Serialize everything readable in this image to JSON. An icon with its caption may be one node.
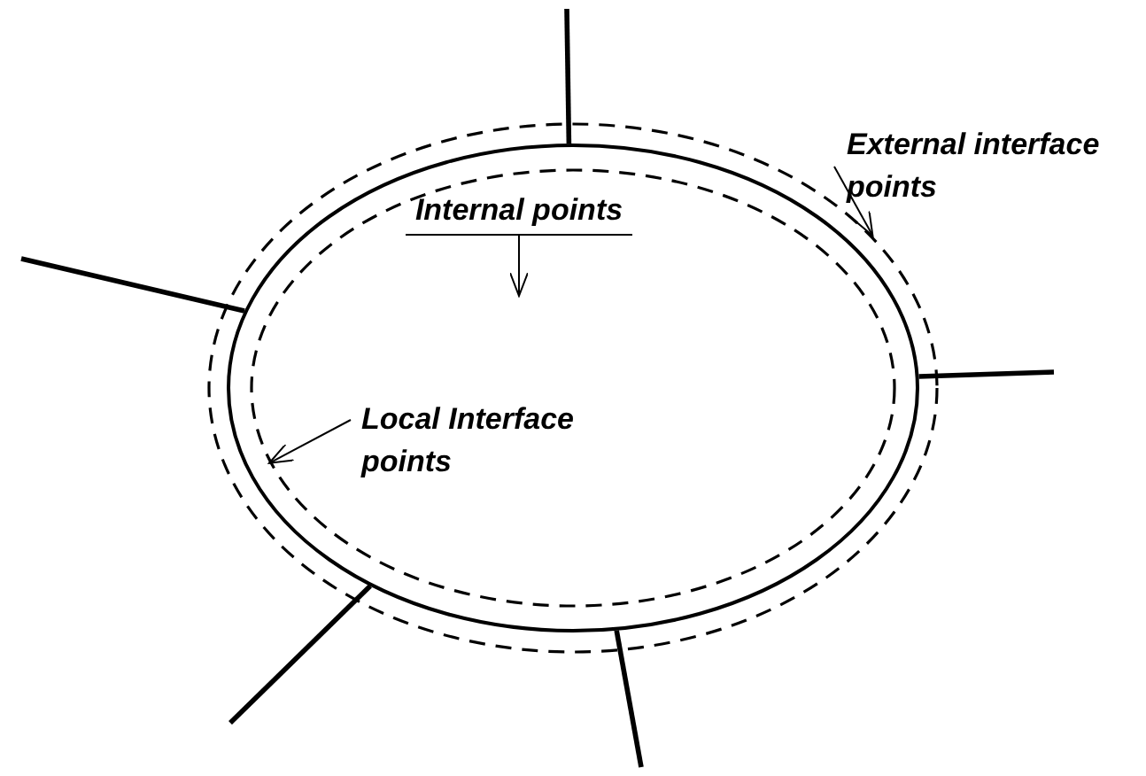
{
  "diagram": {
    "nodes": [
      {
        "text": [],
        "shape": "ellipse"
      },
      {
        "text": [],
        "shape": "ellipse",
        "in": 0
      },
      {
        "text": [],
        "shape": "ellipse",
        "in": 1
      },
      {
        "text": [
          "External interface points"
        ]
      },
      {
        "text": [
          "Internal points"
        ],
        "in": 2
      },
      {
        "text": [
          "Local Interface points"
        ],
        "in": 2
      }
    ],
    "edges": [
      {
        "from": 3,
        "to": 0,
        "arrow": "to"
      },
      {
        "from": 4,
        "to": null,
        "arrow": "to"
      },
      {
        "from": 5,
        "to": 2,
        "arrow": "to"
      },
      {
        "from": 1,
        "to": null,
        "arrow": "none"
      },
      {
        "from": 1,
        "to": null,
        "arrow": "none"
      },
      {
        "from": 1,
        "to": null,
        "arrow": "none"
      },
      {
        "from": 1,
        "to": null,
        "arrow": "none"
      },
      {
        "from": 1,
        "to": null,
        "arrow": "none"
      }
    ]
  }
}
